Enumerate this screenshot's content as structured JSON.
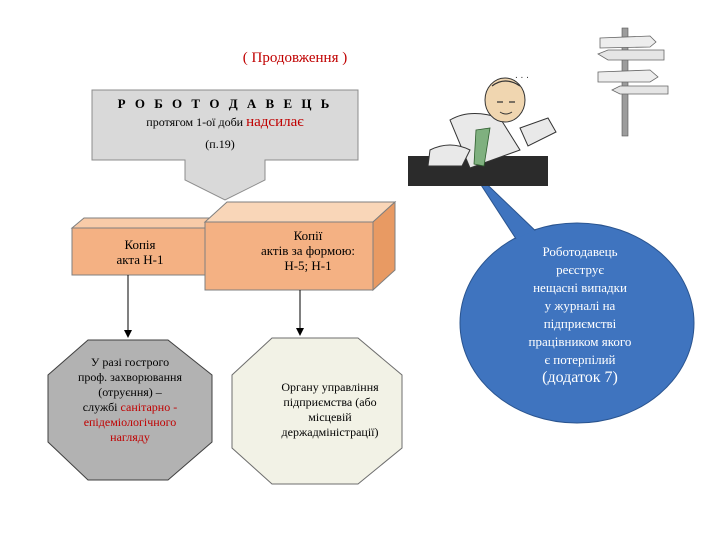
{
  "title": "( Продовження )",
  "header": {
    "line1": "Р О Б О Т О Д А В Е Ц Ь",
    "line2_prefix": "протягом 1-ої доби",
    "line2_emph": "надсилає",
    "line3": "(п.19)"
  },
  "box_left": {
    "line1": "Копія",
    "line2": "акта Н-1"
  },
  "box_right": {
    "line1": "Копії",
    "line2": "актів за формою:",
    "line3": "Н-5; Н-1"
  },
  "oct_left": {
    "line1": "У разі гострого",
    "line2": "проф. захворювання",
    "line3": "(отруєння) –",
    "line4_prefix": "службі",
    "line4_emph": "санітарно -",
    "line5": "епідеміологічного",
    "line6": "нагляду"
  },
  "oct_right": {
    "line1": "Органу управління",
    "line2": "підприємства (або",
    "line3": "місцевій",
    "line4": "держадміністрації)"
  },
  "bubble": {
    "lines": [
      "Роботодавець",
      "реєструє",
      "нещасні випадки",
      "у журналі на",
      "підприємстві",
      "працівником якого",
      "є потерпілий"
    ],
    "last": "(додаток 7)"
  },
  "colors": {
    "header_box": "#d8d8d8",
    "arrow": "#bfbfbf",
    "boxes": "#f4b183",
    "octagons": "#b0b0b0",
    "oct_right": "#f2f2e6",
    "bubble": "#3f74bf",
    "red_text": "#c00000"
  },
  "icons": [
    "signpost-icon",
    "tired-office-worker-icon"
  ]
}
